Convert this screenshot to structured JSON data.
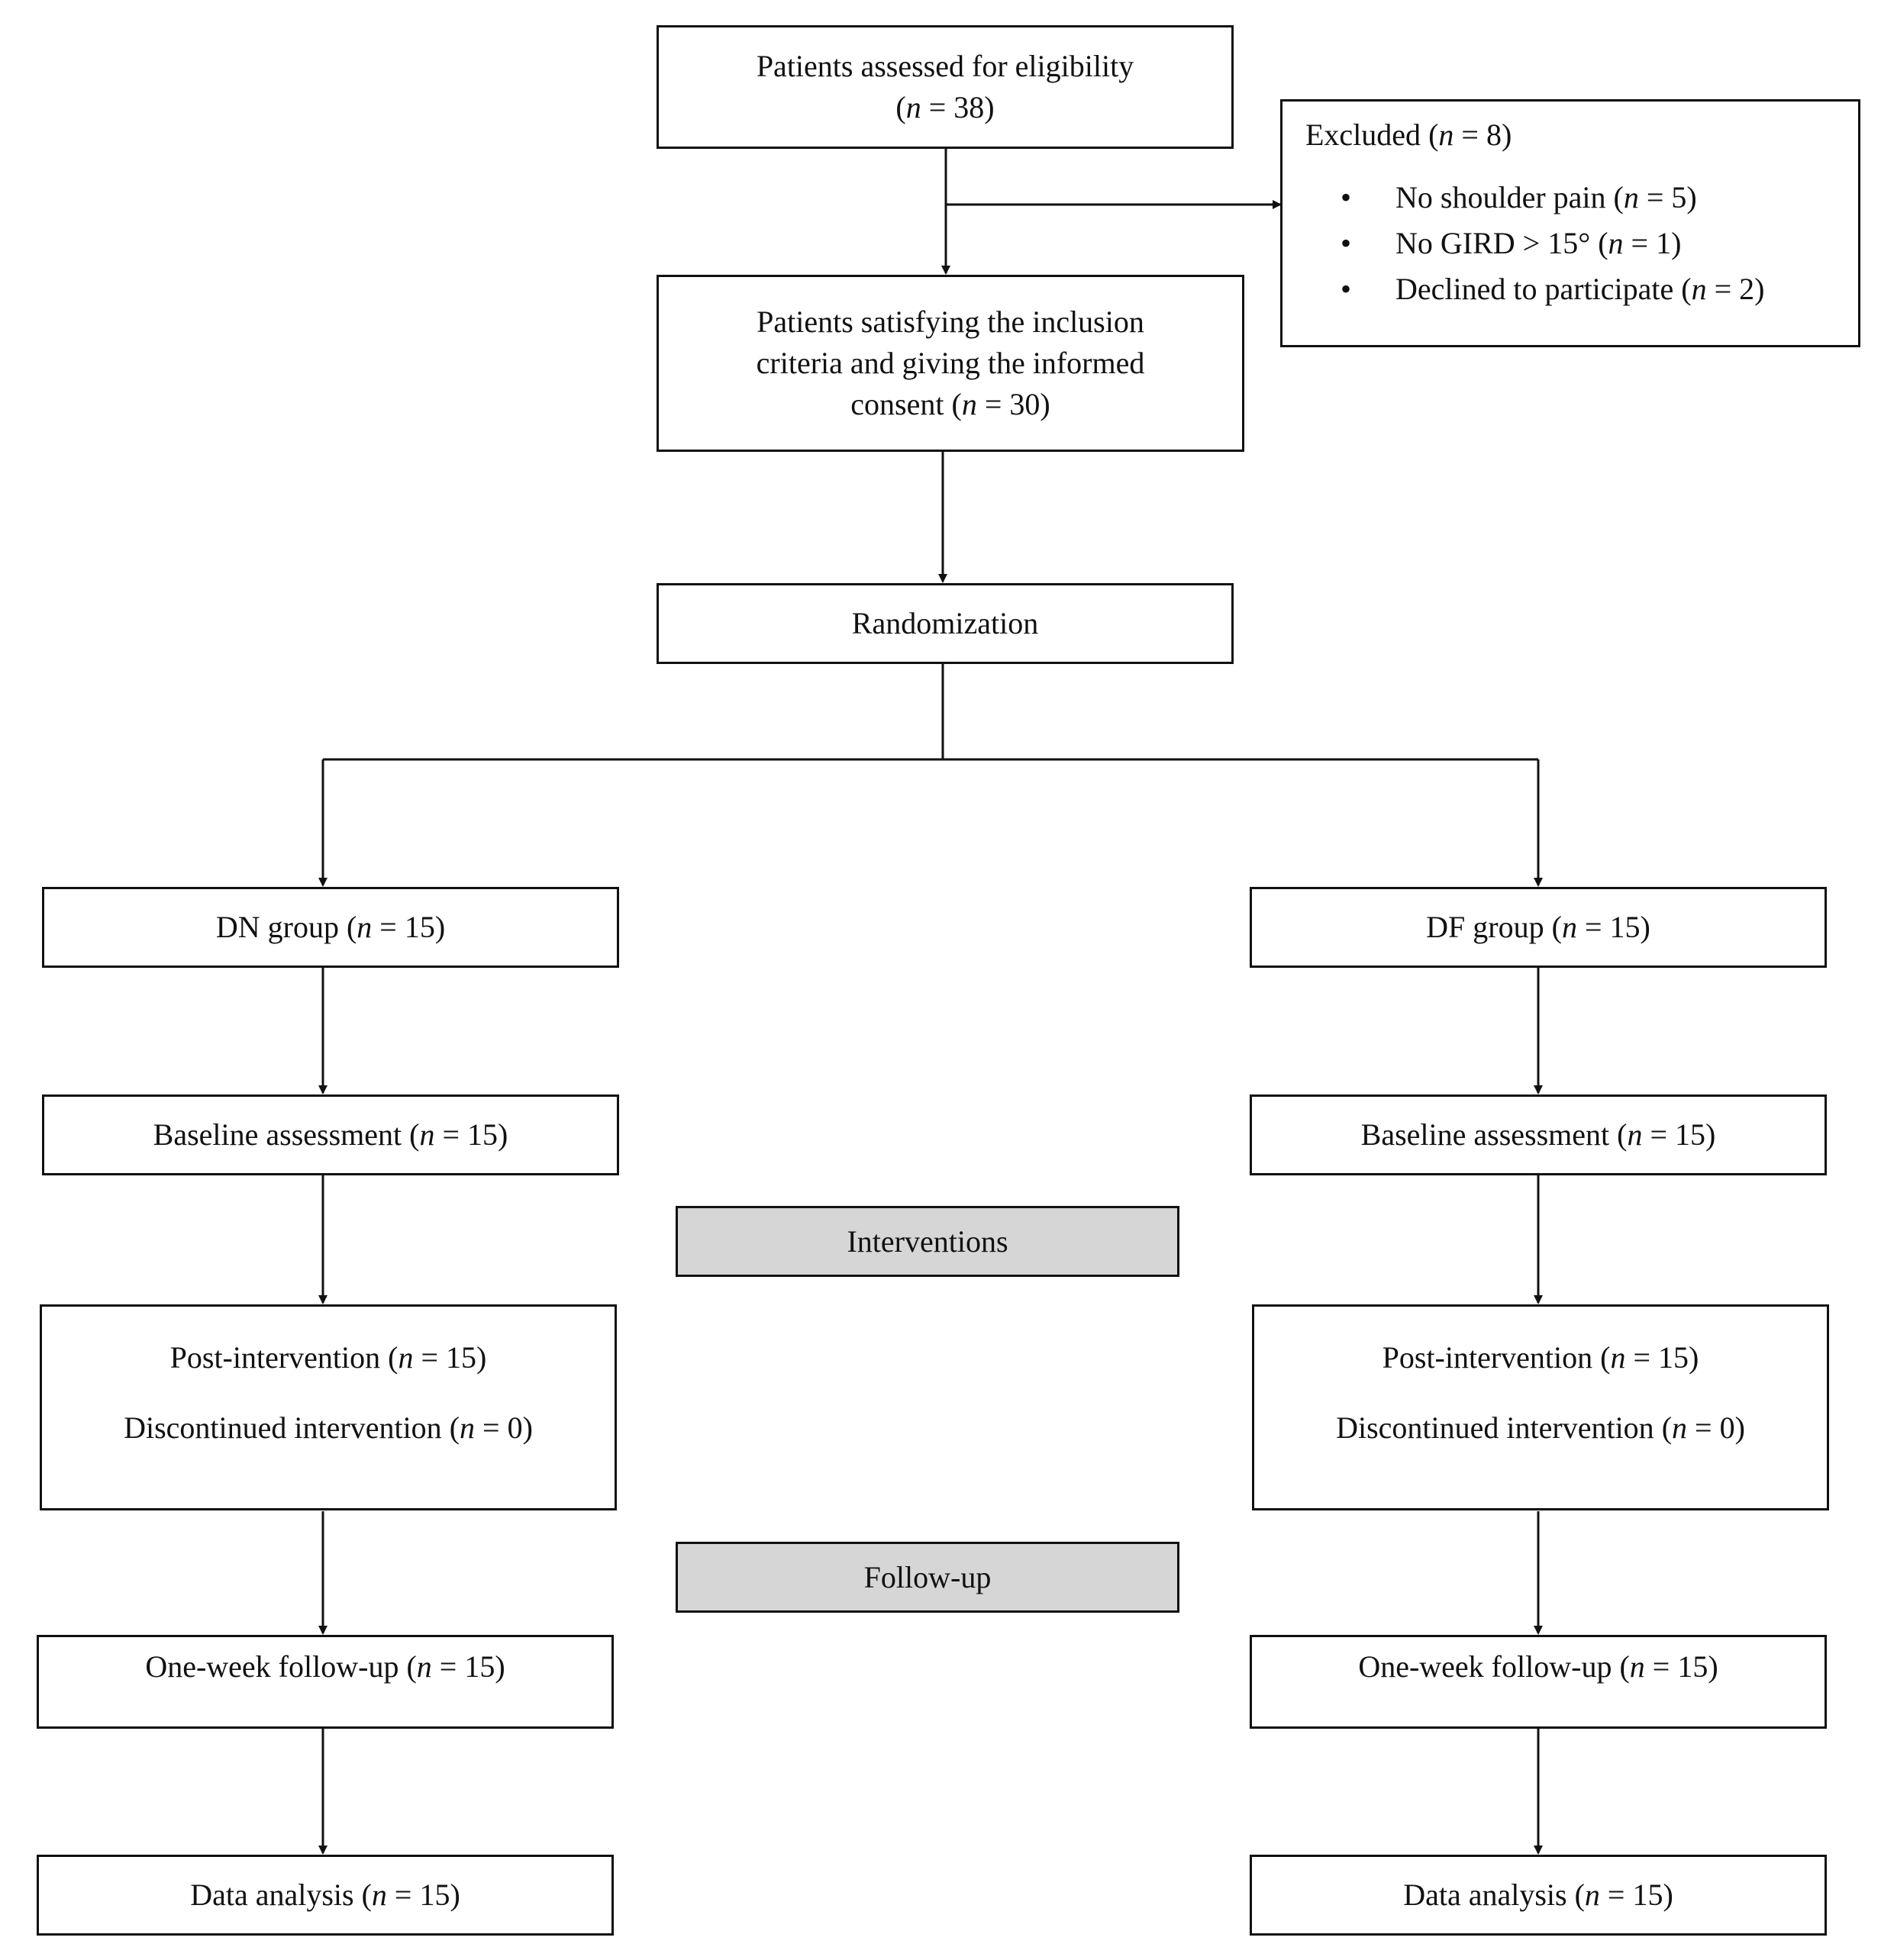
{
  "assessed": {
    "text": "Patients assessed for eligibility",
    "n": "(n = 38)"
  },
  "excluded": {
    "title": "Excluded (n = 8)",
    "items": [
      "No shoulder pain (n = 5)",
      "No GIRD > 15° (n = 1)",
      "Declined to participate (n = 2)"
    ]
  },
  "inclusion": {
    "line1": "Patients satisfying the inclusion",
    "line2": "criteria and giving the informed",
    "line3": "consent (n = 30)"
  },
  "randomization": "Randomization",
  "phases": {
    "interventions": "Interventions",
    "follow_up": "Follow-up"
  },
  "left": {
    "group": "DN group (n = 15)",
    "baseline": "Baseline assessment (n = 15)",
    "post": "Post-intervention (n = 15)",
    "discontinued": "Discontinued intervention (n = 0)",
    "followup": "One-week follow-up (n = 15)",
    "analysis": "Data analysis (n = 15)"
  },
  "right": {
    "group": "DF group (n = 15)",
    "baseline": "Baseline assessment (n = 15)",
    "post": "Post-intervention (n = 15)",
    "discontinued": "Discontinued intervention (n = 0)",
    "followup": "One-week follow-up (n = 15)",
    "analysis": "Data analysis (n = 15)"
  }
}
